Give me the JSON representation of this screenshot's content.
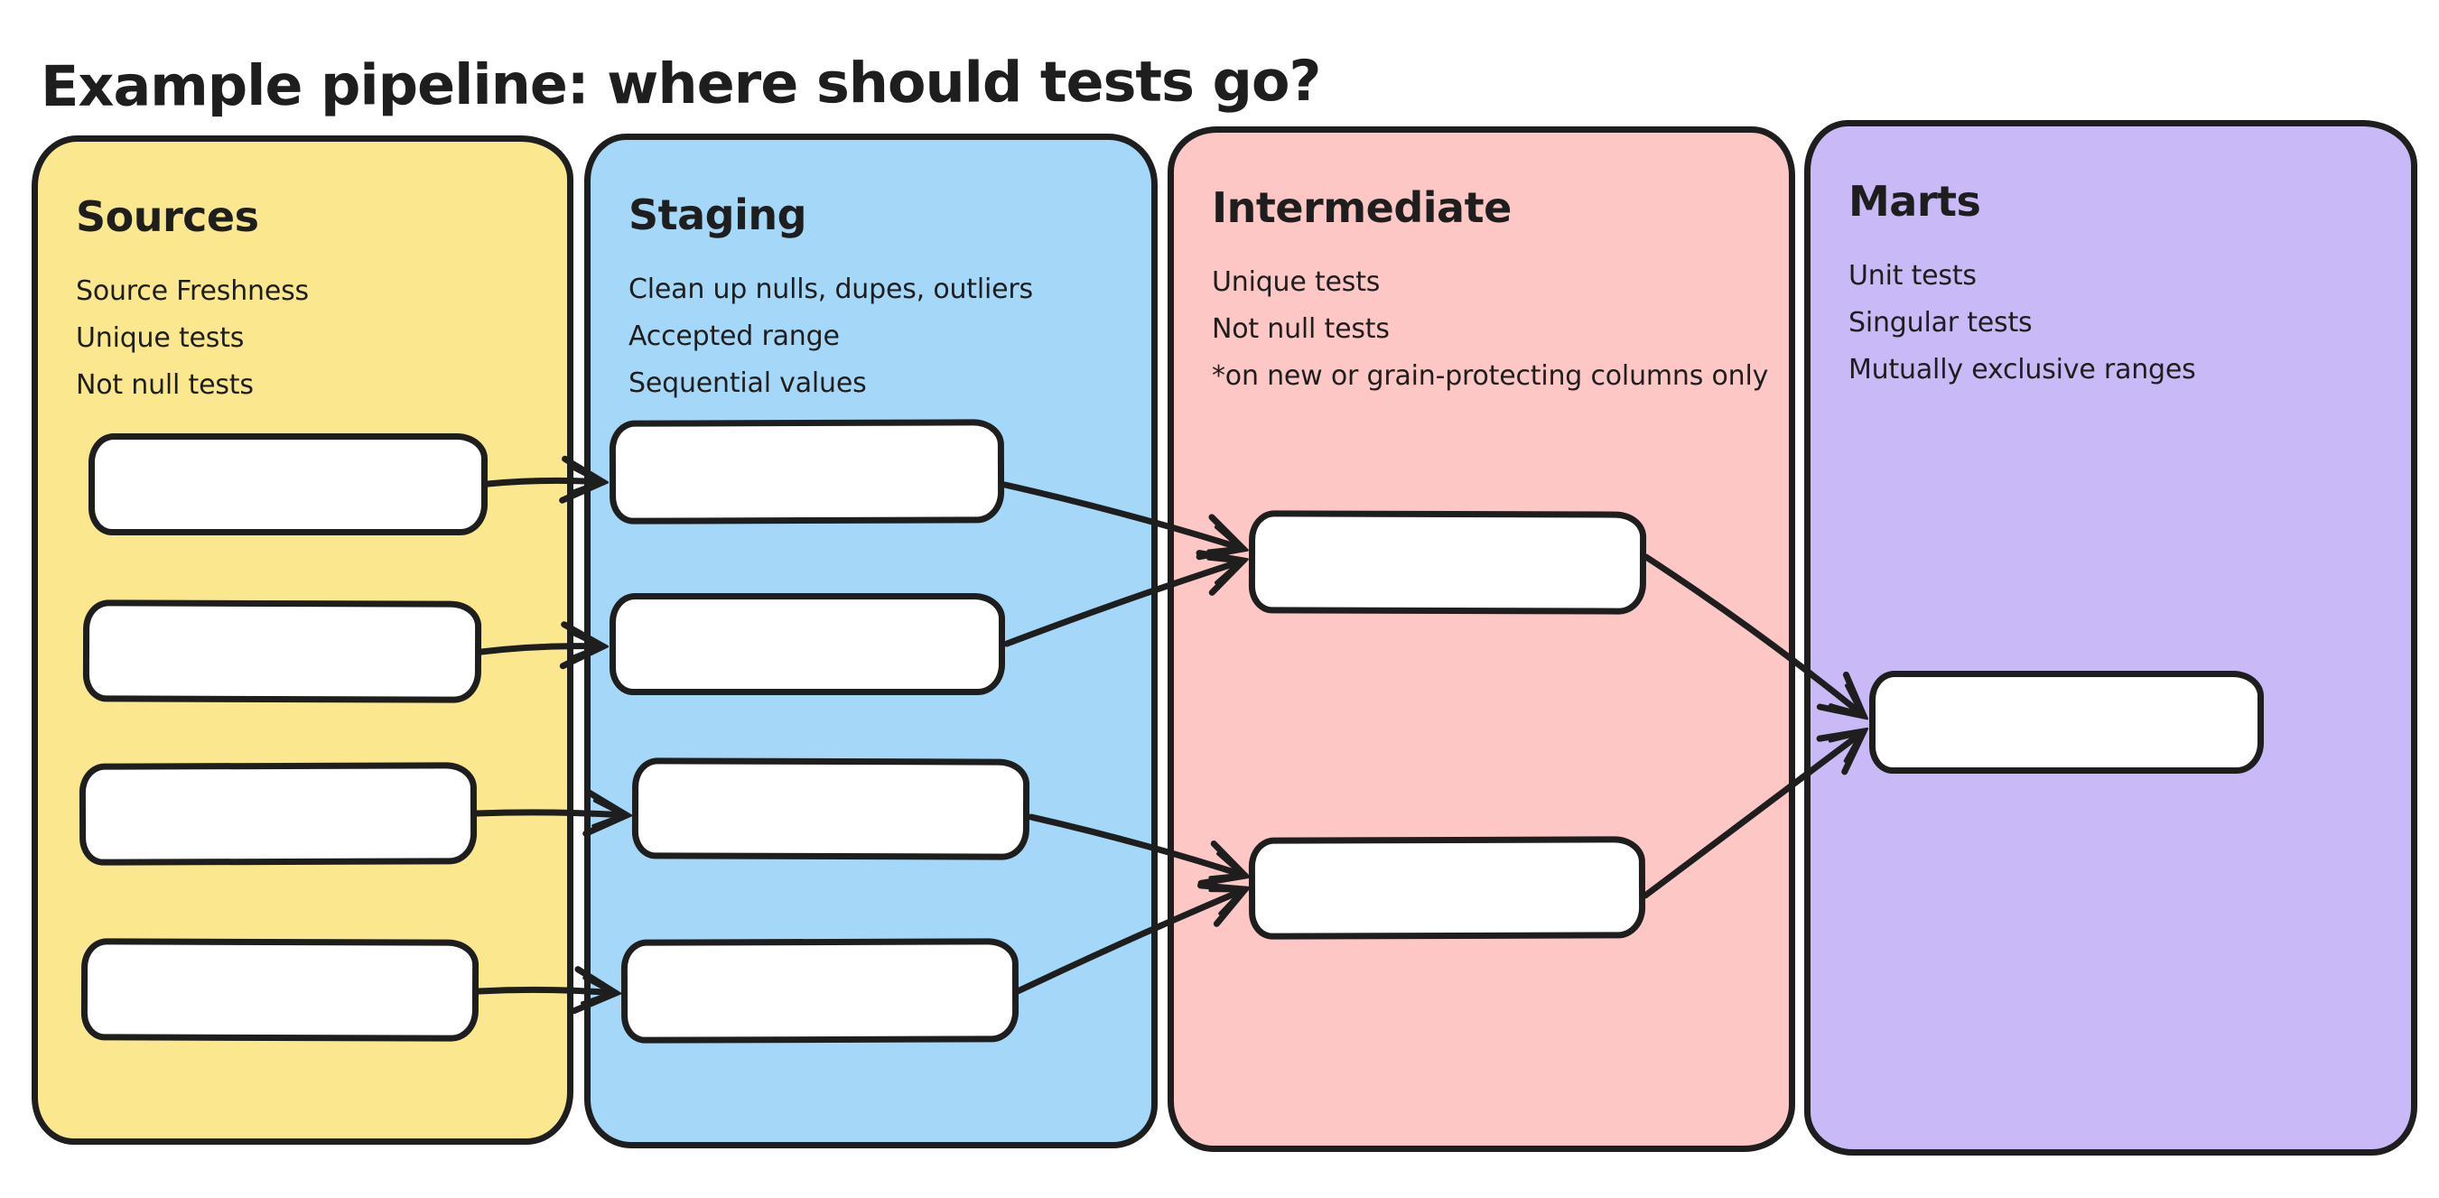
{
  "title": "Example pipeline: where should tests go?",
  "colors": {
    "stroke": "#1e1e1e",
    "canvas_bg": "#ffffff",
    "node_fill": "#ffffff",
    "sources_bg": "#fbe88e",
    "staging_bg": "#a5d8f8",
    "intermediate_bg": "#fcc7c4",
    "marts_bg": "#c9b9f6"
  },
  "columns": [
    {
      "name": "Sources",
      "notes": [
        "Source Freshness",
        "Unique tests",
        "Not null tests"
      ],
      "box_count": 4
    },
    {
      "name": "Staging",
      "notes": [
        "Clean up nulls, dupes, outliers",
        "Accepted range",
        "Sequential values"
      ],
      "box_count": 4
    },
    {
      "name": "Intermediate",
      "notes": [
        "Unique tests",
        "Not null tests",
        "*on new or grain-protecting columns only"
      ],
      "box_count": 2
    },
    {
      "name": "Marts",
      "notes": [
        "Unit tests",
        "Singular tests",
        "Mutually exclusive ranges"
      ],
      "box_count": 1
    }
  ],
  "connections": [
    {
      "from": "sources-1",
      "to": "staging-1"
    },
    {
      "from": "sources-2",
      "to": "staging-2"
    },
    {
      "from": "sources-3",
      "to": "staging-3"
    },
    {
      "from": "sources-4",
      "to": "staging-4"
    },
    {
      "from": "staging-1",
      "to": "intermediate-1"
    },
    {
      "from": "staging-2",
      "to": "intermediate-1"
    },
    {
      "from": "staging-3",
      "to": "intermediate-2"
    },
    {
      "from": "staging-4",
      "to": "intermediate-2"
    },
    {
      "from": "intermediate-1",
      "to": "marts-1"
    },
    {
      "from": "intermediate-2",
      "to": "marts-1"
    }
  ]
}
